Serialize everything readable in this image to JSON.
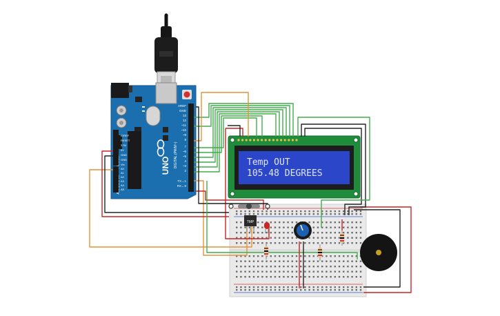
{
  "arduino": {
    "brand": "UNO",
    "digital_header": "DIGITAL (PWM~)",
    "power_header": "POWER",
    "analog_header": "ANALOG IN",
    "aref": "AREF",
    "gnd": "GND",
    "pin13": "13",
    "pin12": "12",
    "pin11": "~11",
    "pin10": "~10",
    "pin9": "~9",
    "pin8": "8",
    "pin7": "7",
    "pin6": "~6",
    "pin5": "~5",
    "pin4": "4",
    "pin3": "~3",
    "pin2": "2",
    "pin_tx": "TX→1",
    "pin_rx": "RX←0",
    "pwr_ioref": "IOREF",
    "pwr_reset": "RESET",
    "pwr_3v3": "3.3V",
    "pwr_5v": "5V",
    "pwr_gnd1": "GND",
    "pwr_gnd2": "GND",
    "pwr_vin": "Vin",
    "a0": "A0",
    "a1": "A1",
    "a2": "A2",
    "a3": "A3",
    "a4": "A4",
    "a5": "A5"
  },
  "lcd": {
    "line1": "Temp OUT",
    "line2": "105.48 DEGREES"
  },
  "sensor": {
    "label": "TMP"
  },
  "colors": {
    "wire_green": "#3fae49",
    "wire_orange": "#e69138",
    "wire_red": "#cc2222",
    "wire_black": "#222222",
    "board_blue": "#1b6fae",
    "lcd_screen": "#2c46c9",
    "lcd_text": "#dfe6ff",
    "lcd_pcb": "#1f8c3b"
  }
}
